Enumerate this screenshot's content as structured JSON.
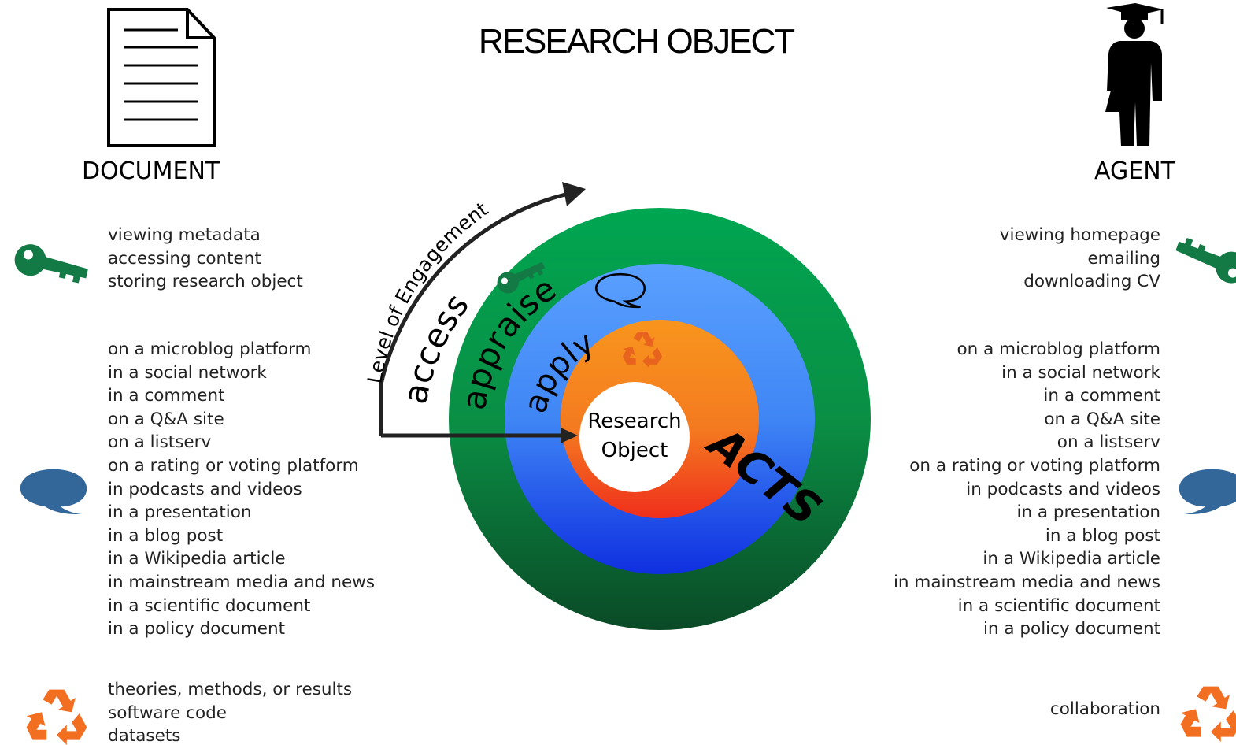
{
  "title": "RESEARCH OBJECT",
  "document": {
    "heading": "DOCUMENT",
    "access_items": [
      "viewing metadata",
      "accessing content",
      "storing research object"
    ],
    "appraise_items": [
      "on a microblog platform",
      "in a social network",
      "in a comment",
      "on a Q&A site",
      "on a listserv",
      "on a rating or voting platform",
      "in podcasts and videos",
      "in a presentation",
      "in a blog post",
      "in a Wikipedia article",
      "in mainstream media and news",
      "in a scientific document",
      "in a policy document"
    ],
    "apply_items": [
      "theories, methods, or results",
      "software code",
      "datasets"
    ]
  },
  "agent": {
    "heading": "AGENT",
    "access_items": [
      "viewing homepage",
      "emailing",
      "downloading CV"
    ],
    "appraise_items": [
      "on a microblog platform",
      "in a social network",
      "in a comment",
      "on a Q&A site",
      "on a listserv",
      "on a rating or voting platform",
      "in podcasts and videos",
      "in a presentation",
      "in a blog post",
      "in a Wikipedia article",
      "in mainstream media and news",
      "in a scientific document",
      "in a policy document"
    ],
    "apply_items": [
      "collaboration"
    ]
  },
  "diagram": {
    "arc_label": "Level of Engagement",
    "ring_access": "access",
    "ring_appraise": "appraise",
    "ring_apply": "apply",
    "center_line1": "Research",
    "center_line2": "Object",
    "acts_label": "ACTS"
  },
  "icons": {
    "access": "key-icon",
    "appraise": "speech-bubble-icon",
    "apply": "recycle-icon"
  },
  "colors": {
    "access_ring": "#00a651",
    "appraise_ring": "#4f95ff",
    "apply_ring": "#f7861c",
    "access_icon": "#137a45",
    "appraise_icon": "#336699",
    "apply_icon": "#f26f22"
  }
}
